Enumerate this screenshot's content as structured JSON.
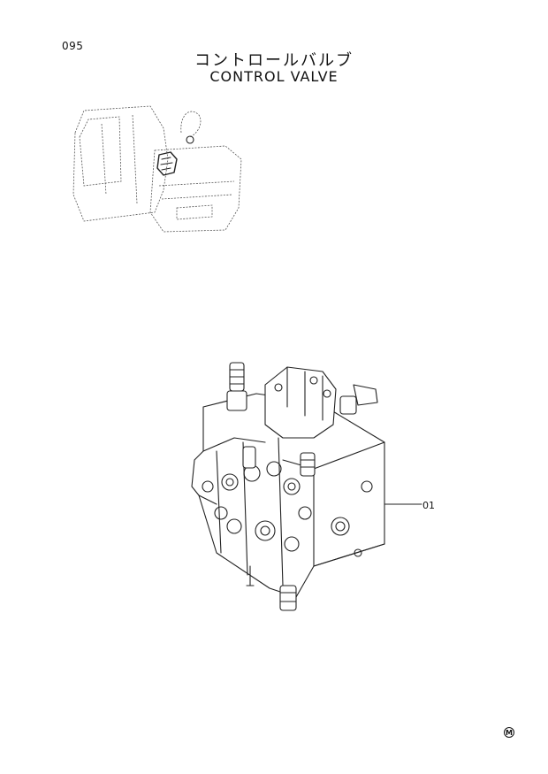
{
  "page": {
    "number": "095",
    "title_jp": "コントロールバルブ",
    "title_en": "CONTROL  VALVE"
  },
  "callouts": [
    {
      "label": "01"
    }
  ],
  "footer": {
    "mark": "M"
  },
  "icons": {
    "excavator": "excavator-location-illustration-icon",
    "valve": "control-valve-illustration-icon"
  }
}
